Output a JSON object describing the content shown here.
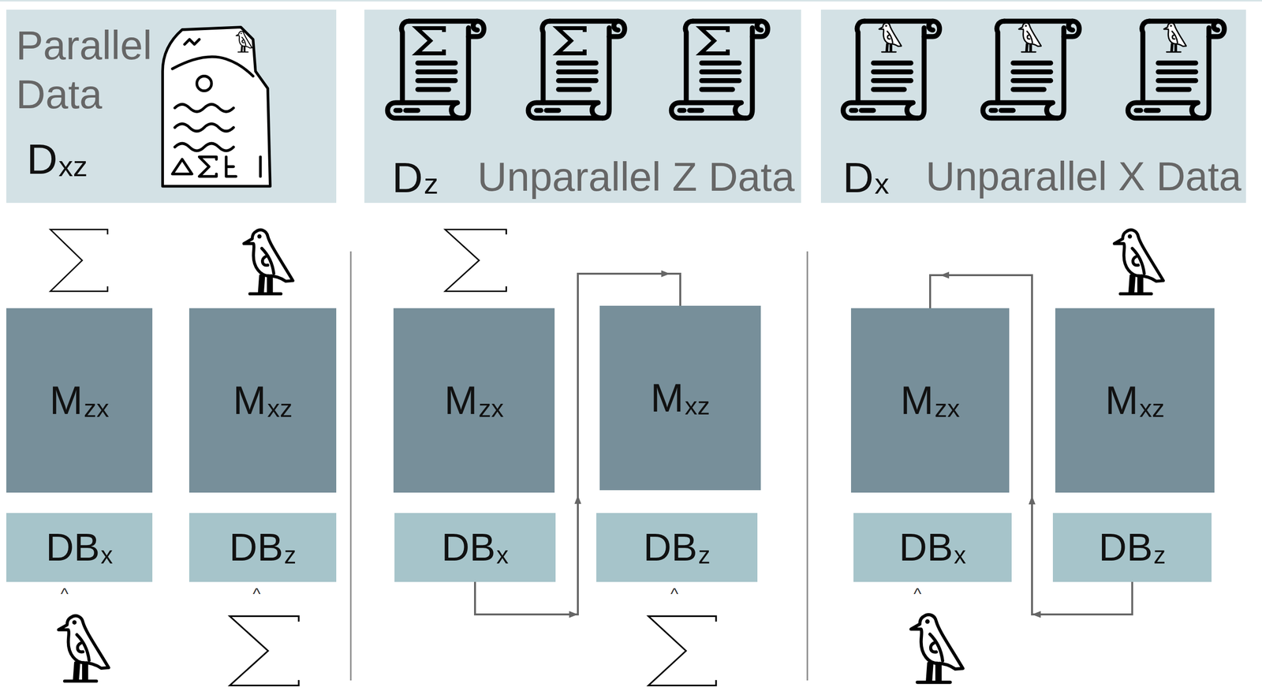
{
  "diagram": {
    "nodes": [
      {
        "text": [
          "Parallel Data",
          "D",
          "xz"
        ]
      },
      {
        "text": [
          "D",
          "z",
          "Unparallel Z Data"
        ]
      },
      {
        "text": [
          "D",
          "x",
          "Unparallel X Data"
        ]
      },
      {
        "text": [
          "M",
          "zx"
        ]
      },
      {
        "text": [
          "M",
          "xz"
        ]
      },
      {
        "text": [
          "DB",
          "x"
        ]
      },
      {
        "text": [
          "DB",
          "z"
        ]
      },
      {
        "text": [
          "M",
          "zx"
        ]
      },
      {
        "text": [
          "M",
          "xz"
        ]
      },
      {
        "text": [
          "DB",
          "x"
        ]
      },
      {
        "text": [
          "DB",
          "z"
        ]
      },
      {
        "text": [
          "M",
          "zx"
        ]
      },
      {
        "text": [
          "M",
          "xz"
        ]
      },
      {
        "text": [
          "DB",
          "x"
        ]
      },
      {
        "text": [
          "DB",
          "z"
        ]
      }
    ],
    "edges": [
      {
        "from": 9,
        "to": 8,
        "arrow": "to"
      },
      {
        "from": 14,
        "to": 11,
        "arrow": "to"
      }
    ],
    "labels": [
      "^",
      "^",
      "^",
      "^"
    ]
  }
}
